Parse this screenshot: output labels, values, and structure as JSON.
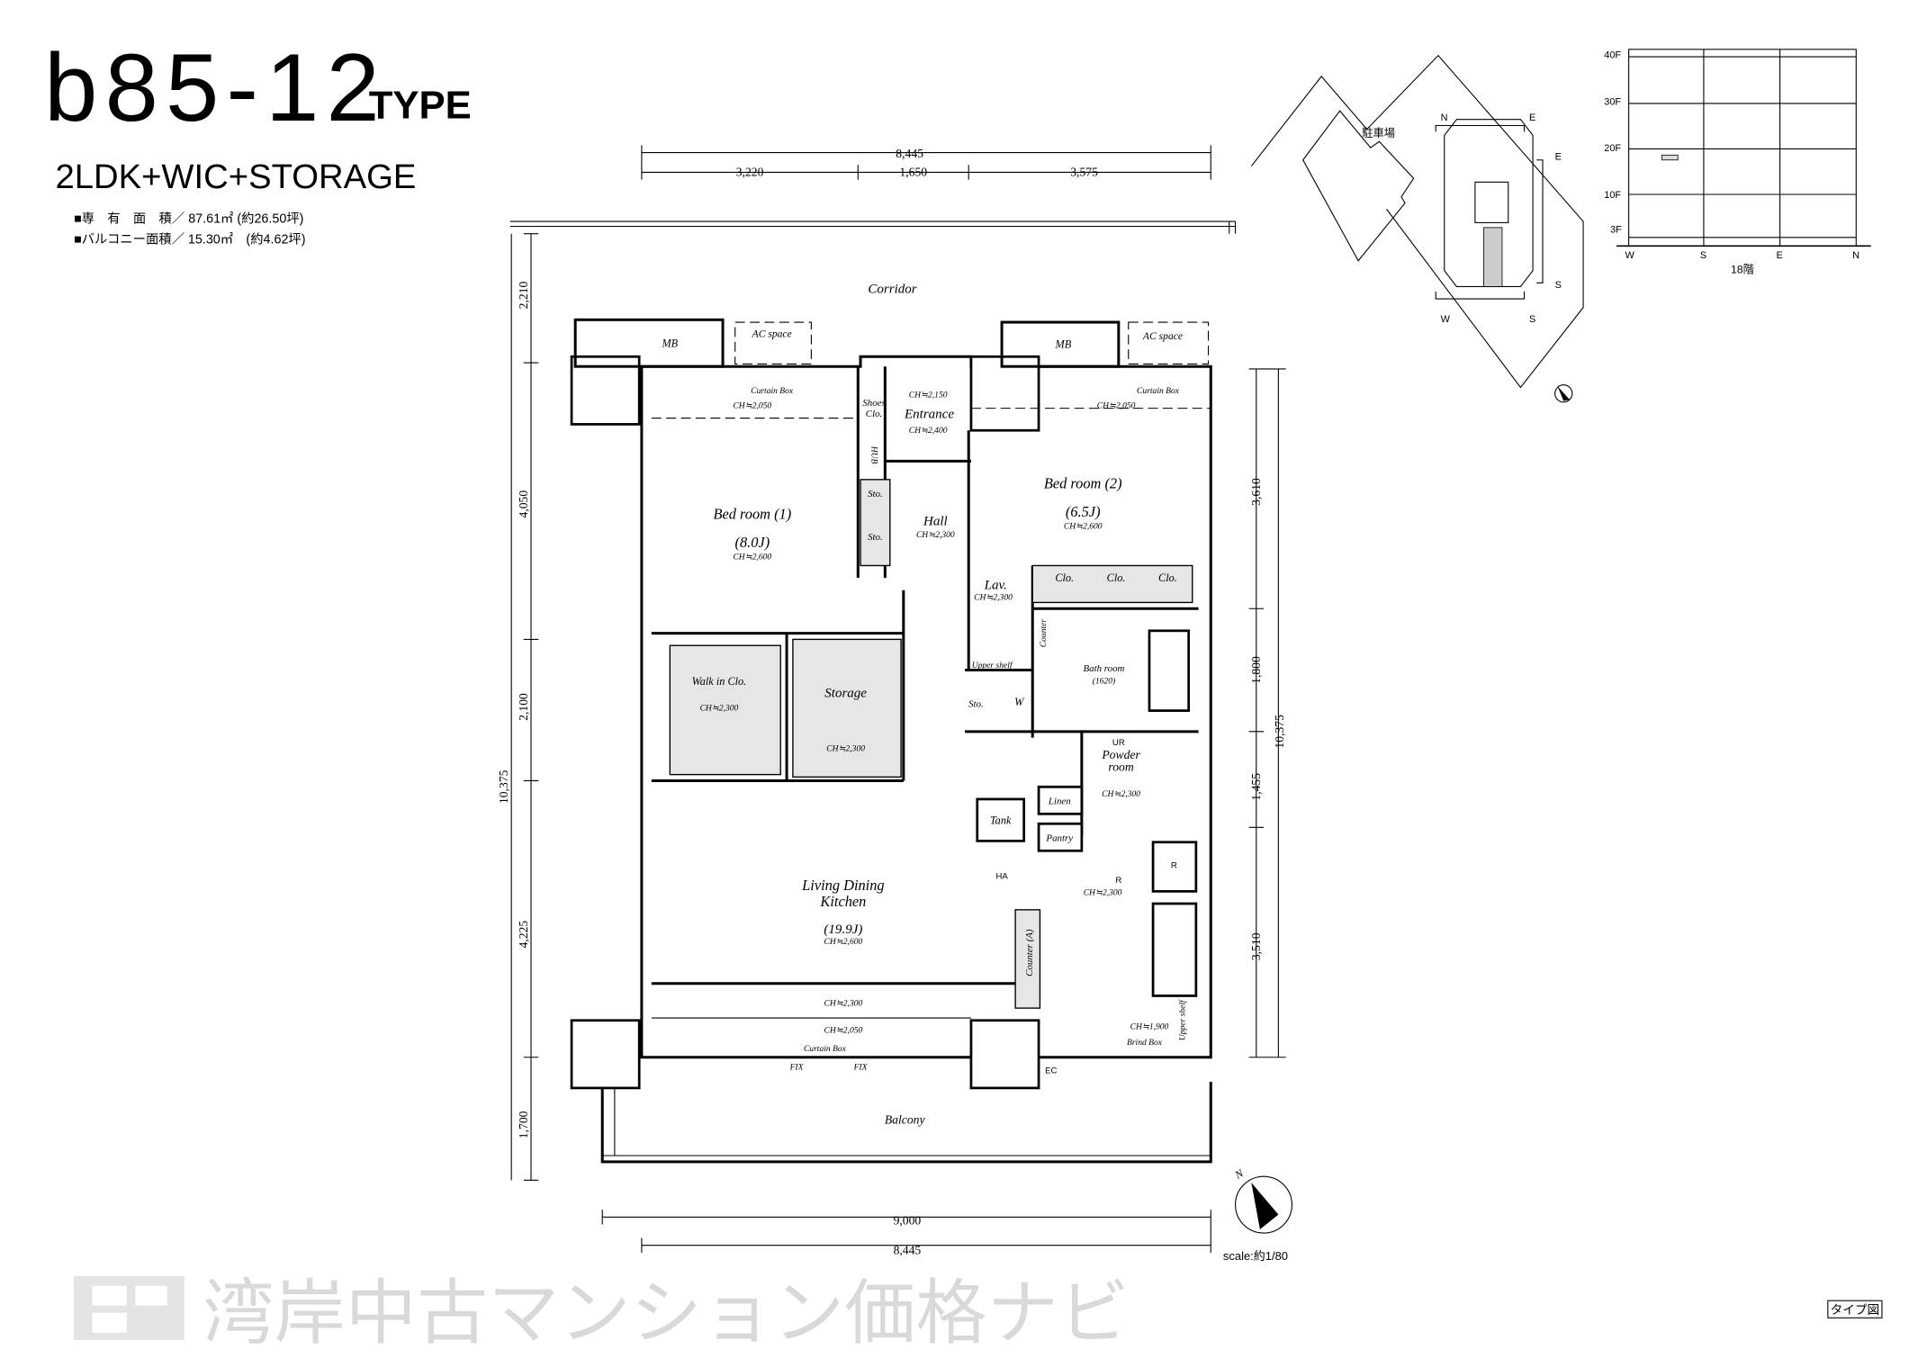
{
  "header": {
    "type_code": "b85-12",
    "type_suffix": "TYPE",
    "layout": "2LDK+WIC+STORAGE",
    "private_area": "■専　有　面　積／ 87.61㎡ (約26.50坪)",
    "balcony_area": "■バルコニー面積／ 15.30㎡　(約4.62坪)"
  },
  "key_plan": {
    "parking": "駐車場",
    "labels": [
      "N",
      "E",
      "E",
      "S",
      "W",
      "S"
    ]
  },
  "floor_chart": {
    "floors": [
      "40F",
      "30F",
      "20F",
      "10F",
      "3F"
    ],
    "directions": [
      "W",
      "S",
      "E",
      "N"
    ],
    "current_floor": "18階",
    "highlight_floor": 18
  },
  "dimensions": {
    "top_total": "8,445",
    "top_parts": [
      "3,220",
      "1,650",
      "3,575"
    ],
    "left": [
      "2,210",
      "4,050",
      "2,100",
      "4,225",
      "1,700"
    ],
    "left_total": "10,375",
    "right": [
      "3,610",
      "1,800",
      "1,455",
      "3,510"
    ],
    "right_total": "10,375",
    "bottom_outer": "9,000",
    "bottom_inner": "8,445"
  },
  "rooms": {
    "corridor": "Corridor",
    "bed1": {
      "name": "Bed room (1)",
      "size": "(8.0J)",
      "ch": "CH≒2,600"
    },
    "bed2": {
      "name": "Bed room (2)",
      "size": "(6.5J)",
      "ch": "CH≒2,600"
    },
    "entrance": {
      "name": "Entrance",
      "ch1": "CH≒2,150",
      "ch2": "CH≒2,400"
    },
    "hall": {
      "name": "Hall",
      "ch": "CH≒2,300"
    },
    "lav": {
      "name": "Lav.",
      "ch": "CH≒2,300"
    },
    "wic": {
      "name": "Walk in Clo.",
      "ch": "CH≒2,300"
    },
    "storage": {
      "name": "Storage",
      "ch": "CH≒2,300"
    },
    "bath": {
      "name": "Bath room",
      "size": "(1620)"
    },
    "powder": {
      "name1": "Powder",
      "name2": "room",
      "ch": "CH≒2,300"
    },
    "ldk": {
      "name1": "Living Dining",
      "name2": "Kitchen",
      "size": "(19.9J)",
      "ch": "CH≒2,600"
    },
    "kitchen_ch": "CH≒2,300",
    "balcony": "Balcony"
  },
  "fixtures": {
    "mb": "MB",
    "ac_space": "AC space",
    "fix": "FIX",
    "curtain_box": "Curtain Box",
    "ch2050": "CH≒2,050",
    "ch2300": "CH≒2,300",
    "ch1900": "CH≒1,900",
    "shoes": "Shoes",
    "clo": "Clo.",
    "sto": "Sto.",
    "tank": "Tank",
    "linen": "Linen",
    "pantry": "Pantry",
    "counter": "Counter",
    "counter_a": "Counter (A)",
    "upper_shelf": "Upper shelf",
    "w": "W",
    "ha": "HA",
    "r": "R",
    "ur": "UR",
    "ec": "EC",
    "brind_box": "Brind Box",
    "hub": "HUB"
  },
  "footer": {
    "scale": "scale:約1/80",
    "north": "N",
    "tag": "タイプ図"
  },
  "watermark": "湾岸中古マンション価格ナビ"
}
